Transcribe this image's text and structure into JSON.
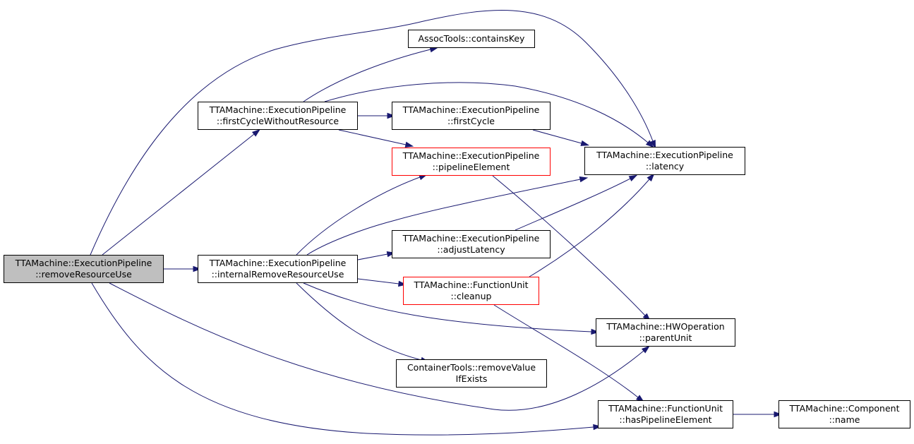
{
  "colors": {
    "edge": "#191970",
    "node_border": "#000000",
    "node_border_incomplete": "#ff0000",
    "root_fill": "#bfbfbf"
  },
  "nodes": {
    "removeResourceUse": {
      "line1": "TTAMachine::ExecutionPipeline",
      "line2": "::removeResourceUse"
    },
    "firstCycleWithoutResource": {
      "line1": "TTAMachine::ExecutionPipeline",
      "line2": "::firstCycleWithoutResource"
    },
    "internalRemoveResourceUse": {
      "line1": "TTAMachine::ExecutionPipeline",
      "line2": "::internalRemoveResourceUse"
    },
    "containsKey": {
      "line1": "AssocTools::containsKey"
    },
    "firstCycle": {
      "line1": "TTAMachine::ExecutionPipeline",
      "line2": "::firstCycle"
    },
    "pipelineElement": {
      "line1": "TTAMachine::ExecutionPipeline",
      "line2": "::pipelineElement"
    },
    "adjustLatency": {
      "line1": "TTAMachine::ExecutionPipeline",
      "line2": "::adjustLatency"
    },
    "cleanup": {
      "line1": "TTAMachine::FunctionUnit",
      "line2": "::cleanup"
    },
    "removeValueIfExists": {
      "line1": "ContainerTools::removeValue",
      "line2": "IfExists"
    },
    "latency": {
      "line1": "TTAMachine::ExecutionPipeline",
      "line2": "::latency"
    },
    "parentUnit": {
      "line1": "TTAMachine::HWOperation",
      "line2": "::parentUnit"
    },
    "hasPipelineElement": {
      "line1": "TTAMachine::FunctionUnit",
      "line2": "::hasPipelineElement"
    },
    "name": {
      "line1": "TTAMachine::Component",
      "line2": "::name"
    }
  }
}
